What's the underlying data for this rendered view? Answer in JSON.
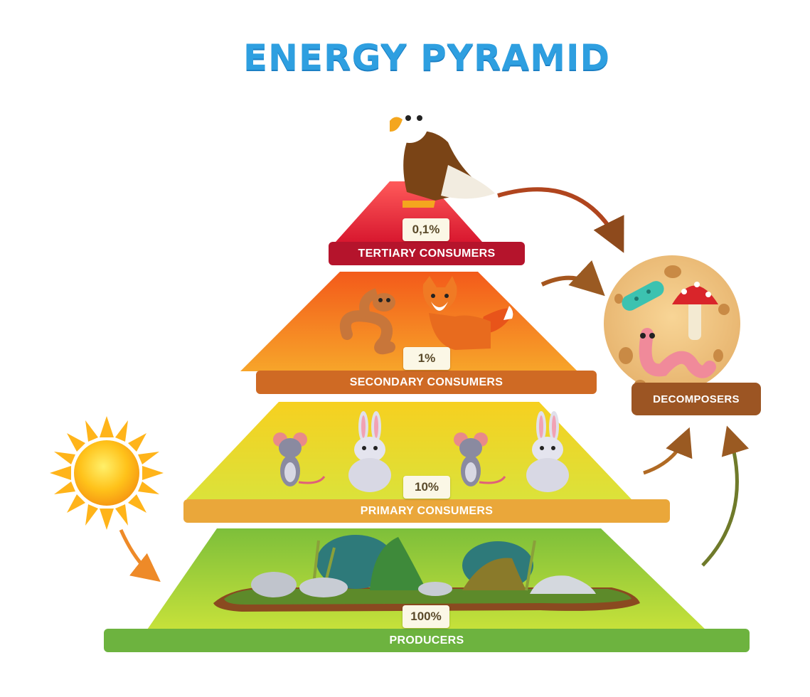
{
  "title": "ENERGY PYRAMID",
  "levels": [
    {
      "label": "TERTIARY CONSUMERS",
      "percent": "0,1%",
      "color": "#e23b3b"
    },
    {
      "label": "SECONDARY CONSUMERS",
      "percent": "1%",
      "color": "#f07c1c"
    },
    {
      "label": "PRIMARY CONSUMERS",
      "percent": "10%",
      "color": "#f2c61c"
    },
    {
      "label": "PRODUCERS",
      "percent": "100%",
      "color": "#8cc63f"
    }
  ],
  "decomposers": {
    "label": "DECOMPOSERS"
  },
  "colors": {
    "title": "#2e9fe0",
    "tertiary_bar": "#b5142c",
    "band_bar": "#cf6a24",
    "producer_bar": "#6db33f",
    "decomposer_bar": "#9c5523"
  }
}
